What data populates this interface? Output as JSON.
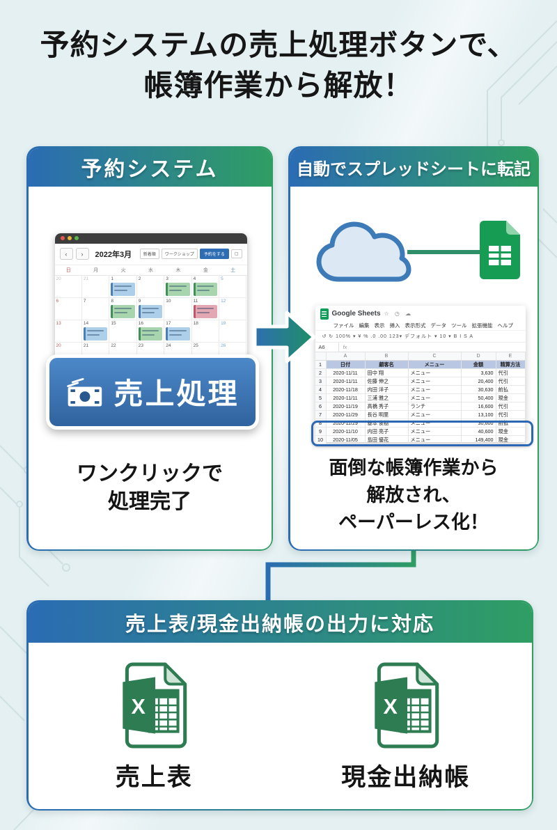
{
  "title": {
    "line1": "予約システムの売上処理ボタンで、",
    "line2": "帳簿作業から解放！"
  },
  "left_panel": {
    "header": "予約システム",
    "caption_line1": "ワンクリックで",
    "caption_line2": "処理完了",
    "calendar": {
      "prev_label": "‹",
      "next_label": "›",
      "month_label": "2022年3月",
      "toolbar_btn1": "新着順",
      "toolbar_btn2": "ワークショップ",
      "toolbar_btn3": "予約をする",
      "toolbar_btn4": "▢",
      "weekdays": [
        "日",
        "月",
        "火",
        "水",
        "木",
        "金",
        "土"
      ],
      "weeks": [
        [
          {
            "d": "20",
            "m": 1
          },
          {
            "d": "21",
            "m": 1
          },
          {
            "d": "1",
            "e": "blue"
          },
          {
            "d": "2"
          },
          {
            "d": "3",
            "e": "green"
          },
          {
            "d": "4",
            "e": "green"
          },
          {
            "d": "5"
          }
        ],
        [
          {
            "d": "6"
          },
          {
            "d": "7"
          },
          {
            "d": "8",
            "e": "green"
          },
          {
            "d": "9",
            "e": "blue"
          },
          {
            "d": "10"
          },
          {
            "d": "11",
            "e": "pink"
          },
          {
            "d": "12"
          }
        ],
        [
          {
            "d": "13"
          },
          {
            "d": "14",
            "e": "blue"
          },
          {
            "d": "15"
          },
          {
            "d": "16",
            "e": "green"
          },
          {
            "d": "17",
            "e": "blue"
          },
          {
            "d": "18"
          },
          {
            "d": "19"
          }
        ],
        [
          {
            "d": "20"
          },
          {
            "d": "21"
          },
          {
            "d": "22"
          },
          {
            "d": "23"
          },
          {
            "d": "24"
          },
          {
            "d": "25"
          },
          {
            "d": "26"
          }
        ]
      ]
    },
    "sales_button_label": "売上処理"
  },
  "right_panel": {
    "header": "自動でスプレッドシートに転記",
    "caption_line1": "面倒な帳簿作業から",
    "caption_line2": "解放され、",
    "caption_line3": "ペーパーレス化！",
    "sheet": {
      "app_title": "Google Sheets",
      "title_icons": "☆ ◷ ☁",
      "menu_items": [
        "ファイル",
        "編集",
        "表示",
        "挿入",
        "表示形式",
        "データ",
        "ツール",
        "拡張機能",
        "ヘルプ"
      ],
      "toolbar_text": "↺ ↻  100% ▾   ¥ % .0 .00 123▾   デフォルト ▾   10 ▾   B I S A",
      "name_box": "A6",
      "fx_label": "fx",
      "col_headers": [
        "A",
        "B",
        "C",
        "D",
        "E"
      ],
      "header_row": [
        "日付",
        "顧客名",
        "メニュー",
        "金額",
        "精算方法"
      ],
      "rows": [
        {
          "no": "2",
          "date": "2020-11/11",
          "name": "田中 翔",
          "menu": "メニュー",
          "amount": "3,630",
          "pay": "代引"
        },
        {
          "no": "3",
          "date": "2020-11/11",
          "name": "佐藤 伸之",
          "menu": "メニュー",
          "amount": "20,400",
          "pay": "代引"
        },
        {
          "no": "4",
          "date": "2020-11/18",
          "name": "内田 洋子",
          "menu": "メニュー",
          "amount": "30,630",
          "pay": "前払"
        },
        {
          "no": "5",
          "date": "2020-11/11",
          "name": "三浦 雅之",
          "menu": "メニュー",
          "amount": "50,400",
          "pay": "現金"
        },
        {
          "no": "6",
          "date": "2020-11/19",
          "name": "高橋 秀子",
          "menu": "ランチ",
          "amount": "16,600",
          "pay": "代引"
        },
        {
          "no": "7",
          "date": "2020-11/29",
          "name": "長谷 明里",
          "menu": "メニュー",
          "amount": "13,100",
          "pay": "代引"
        },
        {
          "no": "8",
          "date": "2020-11/29",
          "name": "基本 俊樹",
          "menu": "メニュー",
          "amount": "30,600",
          "pay": "前払"
        },
        {
          "no": "9",
          "date": "2020-11/10",
          "name": "内田 亮子",
          "menu": "メニュー",
          "amount": "40,600",
          "pay": "現金"
        },
        {
          "no": "10",
          "date": "2020-11/05",
          "name": "島田 優花",
          "menu": "メニュー",
          "amount": "149,400",
          "pay": "現金"
        }
      ],
      "highlighted_rows": [
        "9",
        "10"
      ]
    }
  },
  "bottom_panel": {
    "header": "売上表/現金出納帳の出力に対応",
    "items": [
      {
        "icon": "excel-file-icon",
        "label": "売上表"
      },
      {
        "icon": "excel-file-icon",
        "label": "現金出納帳"
      }
    ]
  },
  "colors": {
    "accent_blue": "#2b6cb3",
    "accent_green": "#2f9e63",
    "button_blue": "#30639f",
    "highlight_blue": "#2b67b2",
    "background": "#e4f0f2"
  }
}
